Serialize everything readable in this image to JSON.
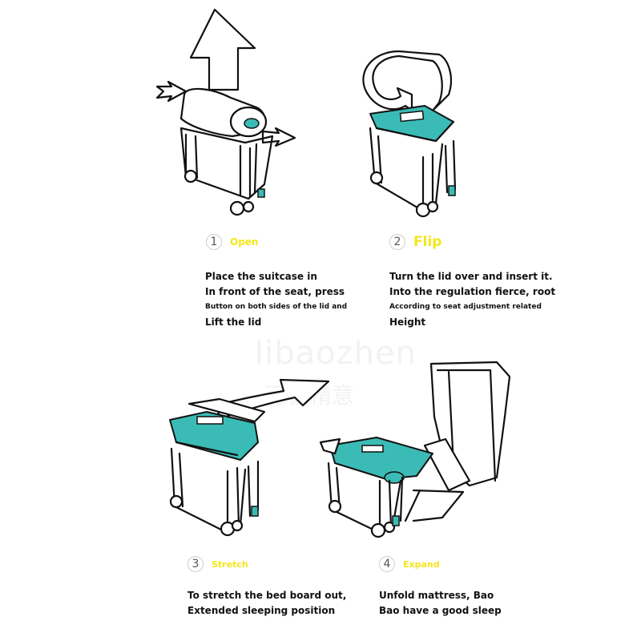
{
  "watermark": {
    "text": "libaozhen",
    "sub": "可彼精意"
  },
  "steps": [
    {
      "num": "1",
      "title": "Open",
      "lines": [
        "Place the suitcase in",
        "In front of the seat, press",
        "Button on both sides of the lid and",
        "Lift the lid"
      ]
    },
    {
      "num": "2",
      "title": "Flip",
      "lines": [
        "Turn the lid over and insert it.",
        "Into the regulation fierce, root",
        "According to seat adjustment related",
        "Height"
      ]
    },
    {
      "num": "3",
      "title": "Stretch",
      "lines": [
        "To stretch the bed board out,",
        "Extended sleeping position"
      ]
    },
    {
      "num": "4",
      "title": "Expand",
      "lines": [
        "Unfold mattress, Bao",
        "Bao have a good sleep"
      ]
    }
  ],
  "colors": {
    "accent": "#3bbbb6",
    "title": "#f4e61a"
  },
  "icons": [
    "up-arrow-icon",
    "flip-arrow-icon",
    "stretch-arrow-icon",
    "seat-icon"
  ]
}
